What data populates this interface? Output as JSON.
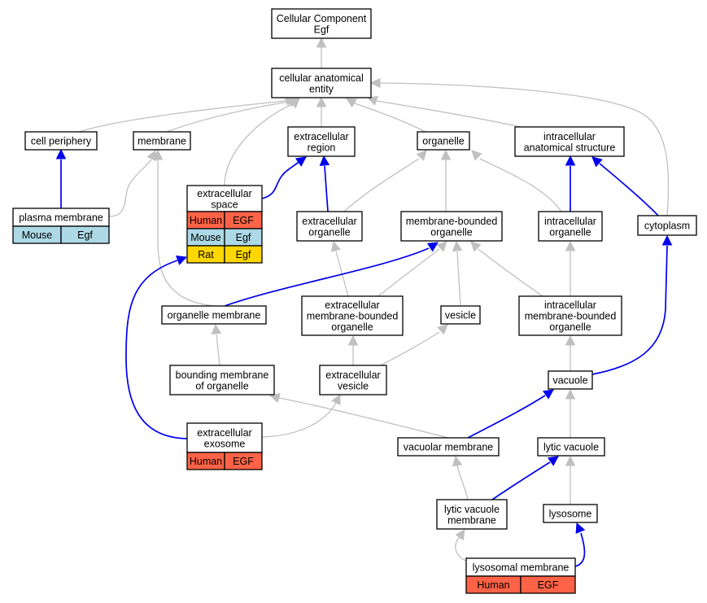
{
  "colors": {
    "Human": "#ff6347",
    "Mouse": "#add8e6",
    "Rat": "#ffd700",
    "is_a_edge": "#c0c0c0",
    "part_of_edge": "#0000ee"
  },
  "nodes": {
    "root": [
      "Cellular Component",
      "Egf"
    ],
    "cae": [
      "cellular anatomical",
      "entity"
    ],
    "cellper": [
      "cell periphery"
    ],
    "membrane": [
      "membrane"
    ],
    "exreg": [
      "extracellular",
      "region"
    ],
    "organelle": [
      "organelle"
    ],
    "ias": [
      "intracellular",
      "anatomical structure"
    ],
    "plasma": [
      "plasma membrane"
    ],
    "exspace": [
      "extracellular",
      "space"
    ],
    "exorg": [
      "extracellular",
      "organelle"
    ],
    "mbo": [
      "membrane-bounded",
      "organelle"
    ],
    "intorg": [
      "intracellular",
      "organelle"
    ],
    "cytoplasm": [
      "cytoplasm"
    ],
    "orgmem": [
      "organelle membrane"
    ],
    "exmbo": [
      "extracellular",
      "membrane-bounded",
      "organelle"
    ],
    "vesicle": [
      "vesicle"
    ],
    "intmbo": [
      "intracellular",
      "membrane-bounded",
      "organelle"
    ],
    "bmo": [
      "bounding membrane",
      "of organelle"
    ],
    "exves": [
      "extracellular",
      "vesicle"
    ],
    "vacuole": [
      "vacuole"
    ],
    "exosome": [
      "extracellular",
      "exosome"
    ],
    "vacmem": [
      "vacuolar membrane"
    ],
    "lytvac": [
      "lytic vacuole"
    ],
    "lvm": [
      "lytic vacuole",
      "membrane"
    ],
    "lysosome": [
      "lysosome"
    ],
    "lysmem": [
      "lysosomal membrane"
    ]
  },
  "annotations": {
    "plasma": [
      [
        "Mouse",
        "Egf"
      ]
    ],
    "exspace": [
      [
        "Human",
        "EGF"
      ],
      [
        "Mouse",
        "Egf"
      ],
      [
        "Rat",
        "Egf"
      ]
    ],
    "exosome": [
      [
        "Human",
        "EGF"
      ]
    ],
    "lysmem": [
      [
        "Human",
        "EGF"
      ]
    ]
  }
}
